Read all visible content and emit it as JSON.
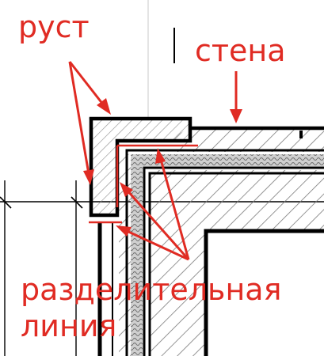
{
  "labels": {
    "rust": "руст",
    "wall": "стена",
    "separation_line_1": "разделительная",
    "separation_line_2": "линия"
  },
  "colors": {
    "annotation": "#e02b23",
    "outline": "#000000",
    "hatch": "#808080",
    "insulation_fill": "#bdbdbd",
    "guide_line": "#b0b0b0",
    "background": "#ffffff"
  }
}
